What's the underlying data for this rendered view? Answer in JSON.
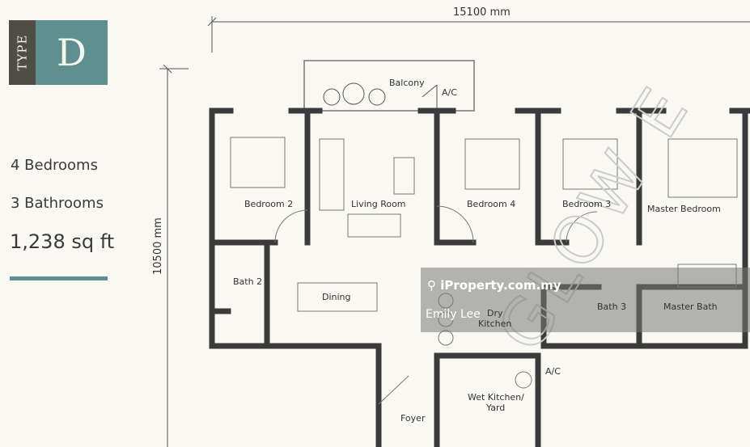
{
  "unit_type": {
    "label": "TYPE",
    "letter": "D"
  },
  "specs": {
    "bedrooms": "4 Bedrooms",
    "bathrooms": "3 Bathrooms",
    "area": "1,238 sq ft"
  },
  "dimensions": {
    "width": "15100 mm",
    "height": "10500 mm"
  },
  "rooms": {
    "balcony": "Balcony",
    "ac_top": "A/C",
    "bedroom2": "Bedroom 2",
    "living": "Living Room",
    "bedroom4": "Bedroom 4",
    "bedroom3": "Bedroom 3",
    "master_bedroom": "Master Bedroom",
    "bath2": "Bath 2",
    "dining": "Dining",
    "dry_kitchen_1": "Dry",
    "dry_kitchen_2": "Kitchen",
    "bath3": "Bath 3",
    "master_bath": "Master Bath",
    "ac_bottom": "A/C",
    "wet_kitchen_1": "Wet Kitchen/",
    "wet_kitchen_2": "Yard",
    "foyer": "Foyer"
  },
  "watermark": {
    "site": "iProperty.com.my",
    "user": "Emily Lee",
    "brand": "GLOW E"
  },
  "colors": {
    "accent": "#5e9090",
    "dark": "#504c46",
    "wall": "#3b3b3b",
    "background": "#f9f8f2"
  }
}
